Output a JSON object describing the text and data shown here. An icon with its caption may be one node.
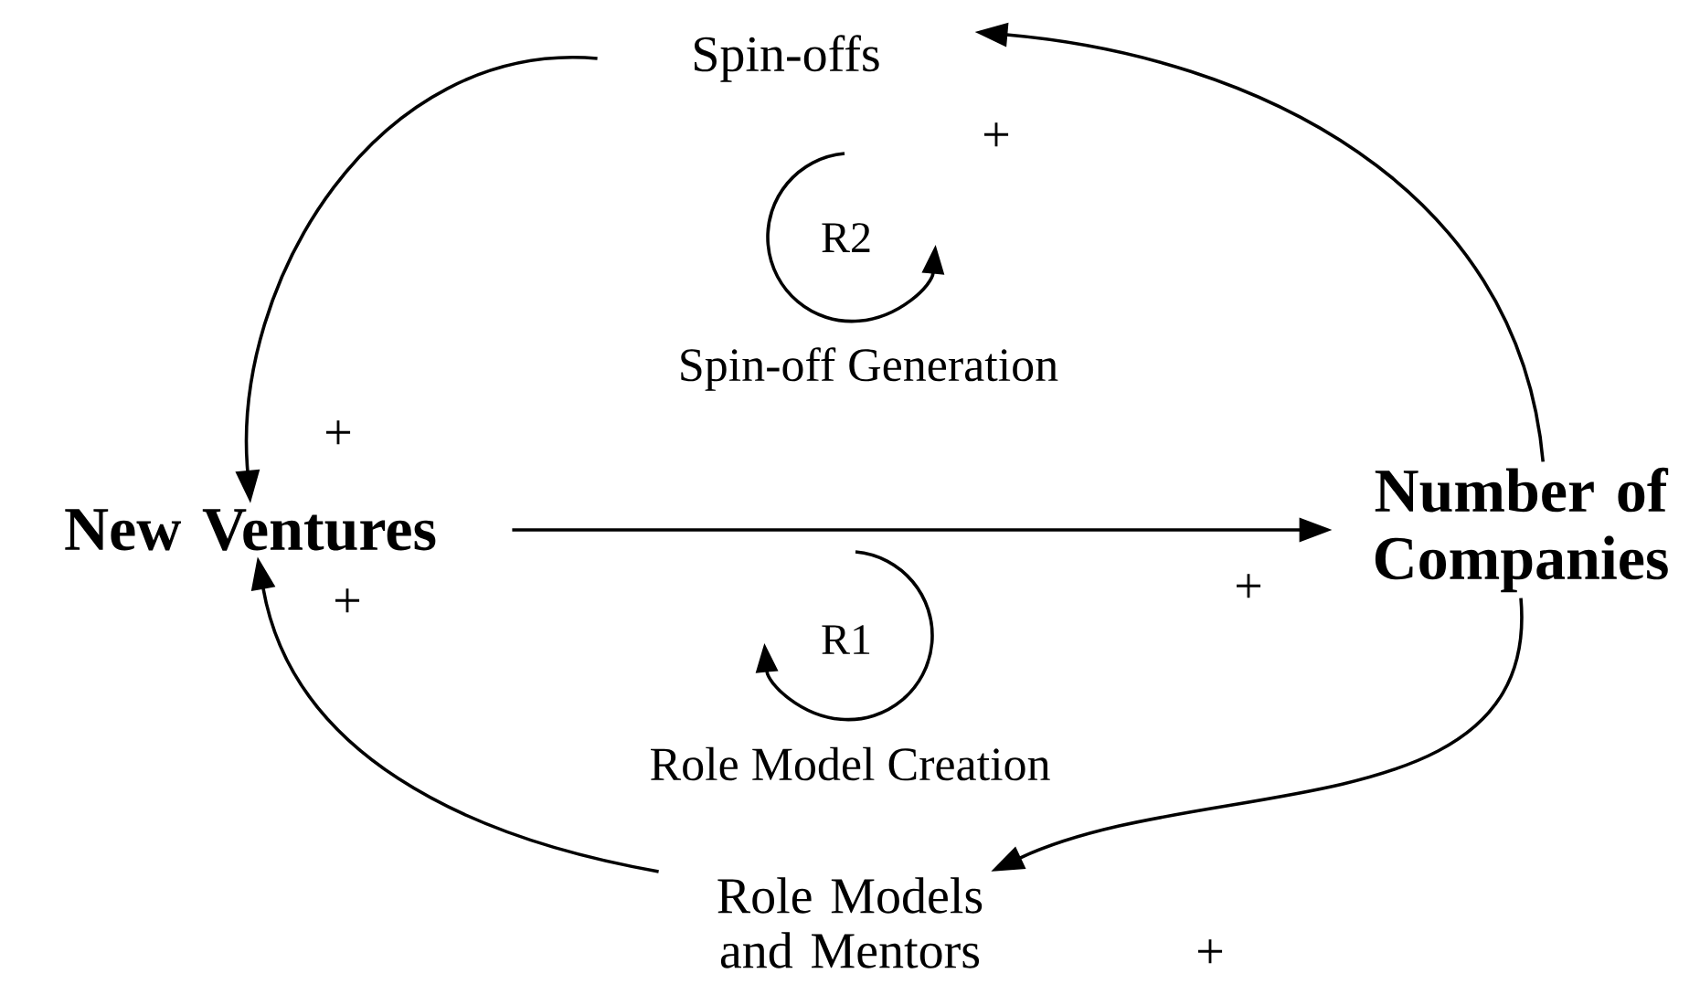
{
  "diagram": {
    "nodes": [
      {
        "text": [
          "Spin-offs"
        ]
      },
      {
        "text": [
          "New Ventures"
        ]
      },
      {
        "text": [
          "Number of Companies"
        ]
      },
      {
        "text": [
          "Role Models and Mentors"
        ]
      }
    ],
    "edges": [
      {
        "from": 2,
        "to": 0,
        "arrow": "to",
        "label": "+"
      },
      {
        "from": 0,
        "to": 1,
        "arrow": "to",
        "label": "+"
      },
      {
        "from": 1,
        "to": 2,
        "arrow": "to",
        "label": "+"
      },
      {
        "from": 2,
        "to": 3,
        "arrow": "to",
        "label": "+"
      },
      {
        "from": 3,
        "to": 1,
        "arrow": "to",
        "label": "+"
      }
    ],
    "labels": [
      "R2",
      "Spin-off Generation",
      "R1",
      "Role Model Creation"
    ]
  }
}
